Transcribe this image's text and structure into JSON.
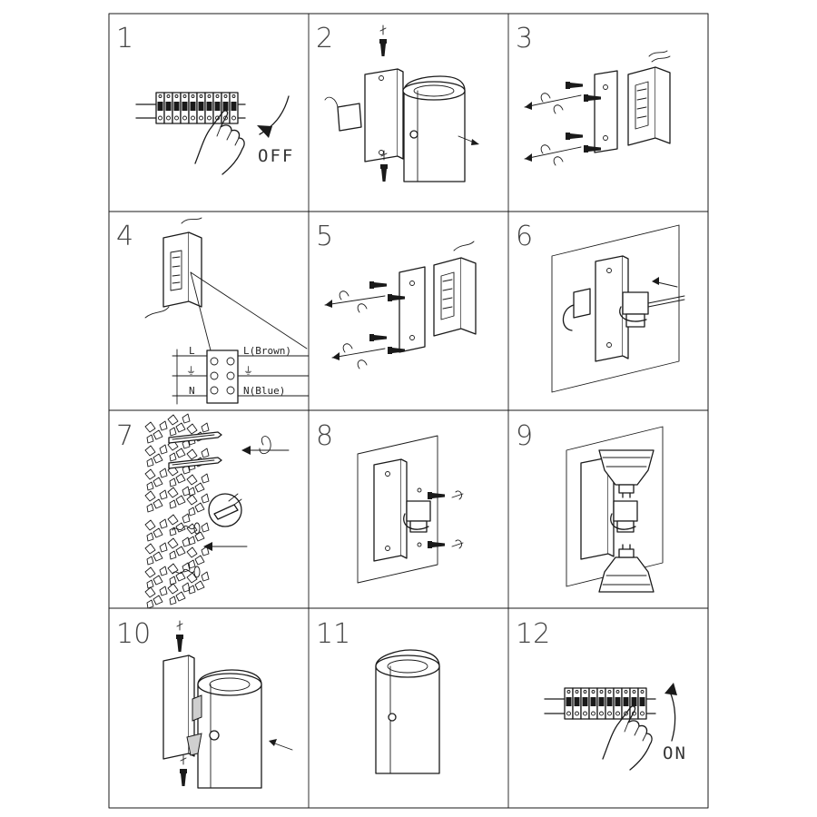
{
  "steps": [
    {
      "number": "1",
      "label": "OFF"
    },
    {
      "number": "2"
    },
    {
      "number": "3"
    },
    {
      "number": "4",
      "wiring": {
        "live": "L",
        "earth": "⏚",
        "neutral": "N",
        "live_out": "L(Brown)",
        "earth_out": "⏚",
        "neutral_out": "N(Blue)"
      }
    },
    {
      "number": "5"
    },
    {
      "number": "6"
    },
    {
      "number": "7"
    },
    {
      "number": "8"
    },
    {
      "number": "9"
    },
    {
      "number": "10"
    },
    {
      "number": "11"
    },
    {
      "number": "12",
      "label": "ON"
    }
  ]
}
